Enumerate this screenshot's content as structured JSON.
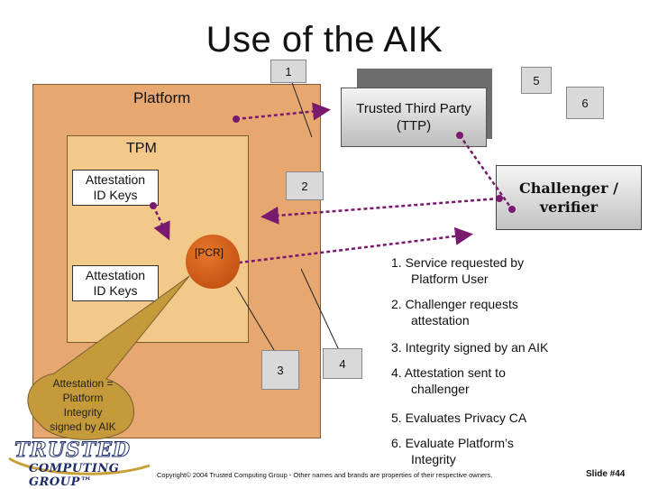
{
  "title": "Use of the AIK",
  "platform": {
    "label": "Platform"
  },
  "tpm": {
    "label": "TPM"
  },
  "keys": [
    {
      "line1": "Attestation",
      "line2": "ID Keys"
    },
    {
      "line1": "Attestation",
      "line2": "ID Keys"
    }
  ],
  "pcr": {
    "label": "[PCR]"
  },
  "ttp": {
    "line1": "Trusted Third Party",
    "line2": "(TTP)"
  },
  "challenger": {
    "line1": "Challenger /",
    "line2": "verifier"
  },
  "markers": [
    "1",
    "2",
    "3",
    "4",
    "5",
    "6"
  ],
  "note": {
    "lines": [
      "Attestation =",
      "Platform",
      "Integrity",
      "signed by AIK"
    ]
  },
  "steps": [
    {
      "line1": "1. Service requested by",
      "line2": "Platform User"
    },
    {
      "line1": "2. Challenger requests",
      "line2": "attestation"
    },
    {
      "line1": "3. Integrity signed by an AIK",
      "line2": ""
    },
    {
      "line1": "4. Attestation sent to",
      "line2": "challenger"
    },
    {
      "line1": "5. Evaluates Privacy CA",
      "line2": ""
    },
    {
      "line1": "6. Evaluate Platform’s",
      "line2": "Integrity"
    }
  ],
  "logo": {
    "top": "TRUSTED",
    "bottom": "COMPUTING GROUP™"
  },
  "footer": {
    "copyright": "Copyright© 2004 Trusted Computing Group - Other names and brands are properties of their respective owners.",
    "slide": "Slide #44"
  },
  "colors": {
    "platform": "#e6a870",
    "tpm": "#f3c98a",
    "pcr": "#d4601a",
    "arrow": "#7a1a6e",
    "note": "#c49a3a"
  }
}
